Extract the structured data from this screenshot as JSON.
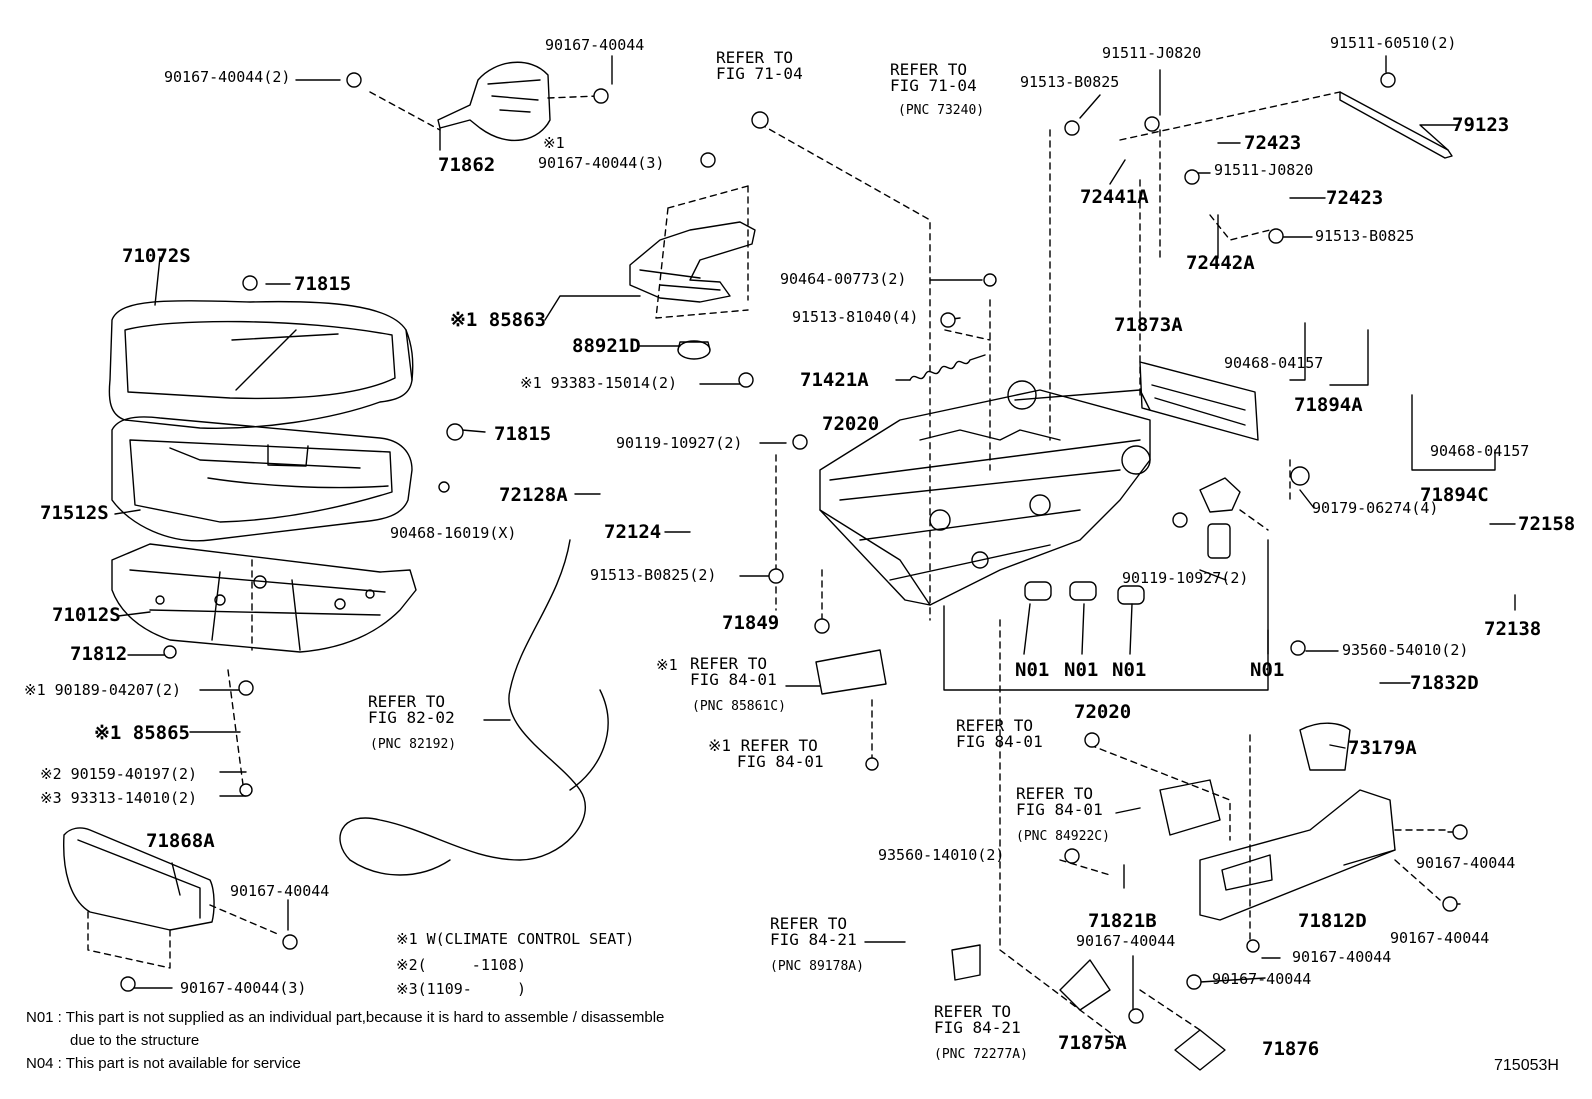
{
  "diagram": {
    "figure_id": "715053H",
    "part_labels": [
      {
        "id": "p1",
        "text": "90167-40044(2)"
      },
      {
        "id": "p2",
        "text": "90167-40044"
      },
      {
        "id": "p3",
        "text": "71862"
      },
      {
        "id": "p4",
        "text": "※1"
      },
      {
        "id": "p5",
        "text": "90167-40044(3)"
      },
      {
        "id": "p6",
        "text": "REFER TO\nFIG 71-04"
      },
      {
        "id": "p7",
        "text": "REFER TO\nFIG 71-04"
      },
      {
        "id": "p8",
        "text": "(PNC 73240)"
      },
      {
        "id": "p9",
        "text": "91511-J0820"
      },
      {
        "id": "p10",
        "text": "91511-60510(2)"
      },
      {
        "id": "p11",
        "text": "91513-B0825"
      },
      {
        "id": "p12",
        "text": "79123"
      },
      {
        "id": "p13",
        "text": "72423"
      },
      {
        "id": "p14",
        "text": "91511-J0820"
      },
      {
        "id": "p15",
        "text": "72441A"
      },
      {
        "id": "p16",
        "text": "72423"
      },
      {
        "id": "p17",
        "text": "91513-B0825"
      },
      {
        "id": "p18",
        "text": "72442A"
      },
      {
        "id": "p19",
        "text": "71072S"
      },
      {
        "id": "p20",
        "text": "71815"
      },
      {
        "id": "p21",
        "text": "※1 85863"
      },
      {
        "id": "p22",
        "text": "88921D"
      },
      {
        "id": "p23",
        "text": "※1 93383-15014(2)"
      },
      {
        "id": "p24",
        "text": "90464-00773(2)"
      },
      {
        "id": "p25",
        "text": "91513-81040(4)"
      },
      {
        "id": "p26",
        "text": "71873A"
      },
      {
        "id": "p27",
        "text": "90468-04157"
      },
      {
        "id": "p28",
        "text": "71894A"
      },
      {
        "id": "p29",
        "text": "71421A"
      },
      {
        "id": "p30",
        "text": "71815"
      },
      {
        "id": "p31",
        "text": "72020"
      },
      {
        "id": "p32",
        "text": "90119-10927(2)"
      },
      {
        "id": "p33",
        "text": "90468-04157"
      },
      {
        "id": "p34",
        "text": "71512S"
      },
      {
        "id": "p35",
        "text": "72128A"
      },
      {
        "id": "p36",
        "text": "90468-16019(X)"
      },
      {
        "id": "p37",
        "text": "72124"
      },
      {
        "id": "p38",
        "text": "90179-06274(4)"
      },
      {
        "id": "p39",
        "text": "71894C"
      },
      {
        "id": "p40",
        "text": "72158"
      },
      {
        "id": "p41",
        "text": "71012S"
      },
      {
        "id": "p42",
        "text": "91513-B0825(2)"
      },
      {
        "id": "p43",
        "text": "90119-10927(2)"
      },
      {
        "id": "p44",
        "text": "72138"
      },
      {
        "id": "p45",
        "text": "71812"
      },
      {
        "id": "p46",
        "text": "71849"
      },
      {
        "id": "p47",
        "text": "※1 90189-04207(2)"
      },
      {
        "id": "p48",
        "text": "※1"
      },
      {
        "id": "p49",
        "text": "REFER TO\nFIG 84-01"
      },
      {
        "id": "p50",
        "text": "(PNC 85861C)"
      },
      {
        "id": "p51",
        "text": "N01"
      },
      {
        "id": "p52",
        "text": "N01"
      },
      {
        "id": "p53",
        "text": "N01"
      },
      {
        "id": "p54",
        "text": "N01"
      },
      {
        "id": "p55",
        "text": "93560-54010(2)"
      },
      {
        "id": "p56",
        "text": "71832D"
      },
      {
        "id": "p57",
        "text": "REFER TO\nFIG 82-02"
      },
      {
        "id": "p58",
        "text": "(PNC 82192)"
      },
      {
        "id": "p59",
        "text": "※1 85865"
      },
      {
        "id": "p60",
        "text": "72020"
      },
      {
        "id": "p61",
        "text": "※1 REFER TO\n   FIG 84-01"
      },
      {
        "id": "p62",
        "text": "REFER TO\nFIG 84-01"
      },
      {
        "id": "p63",
        "text": "73179A"
      },
      {
        "id": "p64",
        "text": "※2 90159-40197(2)"
      },
      {
        "id": "p65",
        "text": "※3 93313-14010(2)"
      },
      {
        "id": "p66",
        "text": "REFER TO\nFIG 84-01"
      },
      {
        "id": "p67",
        "text": "(PNC 84922C)"
      },
      {
        "id": "p68",
        "text": "71868A"
      },
      {
        "id": "p69",
        "text": "93560-14010(2)"
      },
      {
        "id": "p70",
        "text": "90167-40044"
      },
      {
        "id": "p71",
        "text": "90167-40044"
      },
      {
        "id": "p72",
        "text": "71821B"
      },
      {
        "id": "p73",
        "text": "71812D"
      },
      {
        "id": "p74",
        "text": "REFER TO\nFIG 84-21"
      },
      {
        "id": "p75",
        "text": "(PNC 89178A)"
      },
      {
        "id": "p76",
        "text": "90167-40044"
      },
      {
        "id": "p77",
        "text": "90167-40044"
      },
      {
        "id": "p78",
        "text": "90167-40044"
      },
      {
        "id": "p79",
        "text": "90167-40044(3)"
      },
      {
        "id": "p80",
        "text": "REFER TO\nFIG 84-21"
      },
      {
        "id": "p81",
        "text": "(PNC 72277A)"
      },
      {
        "id": "p82",
        "text": "90167-40044"
      },
      {
        "id": "p83",
        "text": "71875A"
      },
      {
        "id": "p84",
        "text": "71876"
      }
    ],
    "legend": [
      "※1 W(CLIMATE CONTROL SEAT)",
      "※2(     -1108)",
      "※3(1109-     )"
    ],
    "notes": [
      "N01 : This part is not supplied as an individual part,because it is hard to assemble / disassemble",
      "due to the structure",
      "N04 : This part is not available for service"
    ]
  }
}
